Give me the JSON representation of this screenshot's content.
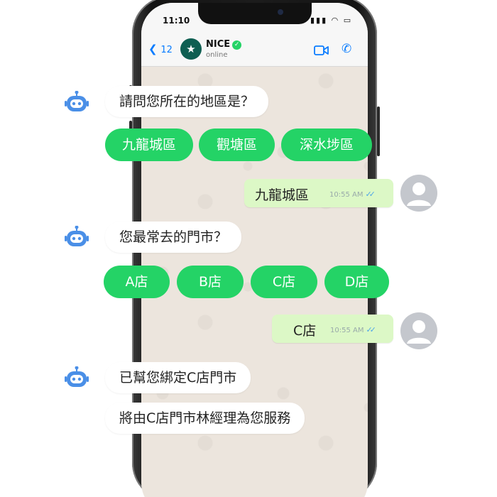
{
  "status_bar": {
    "time": "11:10"
  },
  "header": {
    "back_count": "12",
    "contact_name": "NICE",
    "contact_status": "online"
  },
  "messages": {
    "q1": "請問您所在的地區是？",
    "q1_options": [
      "九龍城區",
      "觀塘區",
      "深水埗區"
    ],
    "a1": {
      "text": "九龍城區",
      "time": "10:55 AM"
    },
    "q2": "您最常去的門市？",
    "q2_options": [
      "A店",
      "B店",
      "C店",
      "D店"
    ],
    "a2": {
      "text": "C店",
      "time": "10:55 AM"
    },
    "r1": "已幫您綁定C店門市",
    "r2": "將由C店門市林經理為您服務"
  },
  "colors": {
    "option_green": "#24d366",
    "user_bubble": "#dcf8c6",
    "bot_icon_blue": "#4a8fe7",
    "ios_blue": "#0a7cff"
  }
}
